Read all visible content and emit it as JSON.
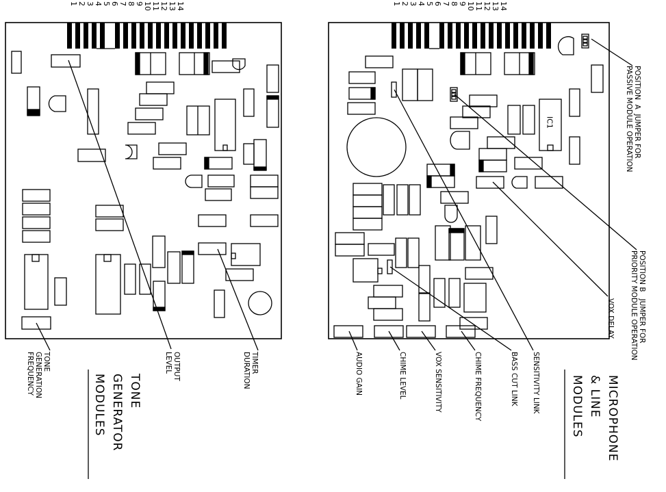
{
  "tone_module": {
    "title": [
      "TONE",
      "GENERATOR",
      "MODULES"
    ],
    "pins": [
      "1",
      "2",
      "3",
      "4",
      "5",
      "6",
      "7",
      "8",
      "9",
      "10",
      "11",
      "12",
      "13",
      "14"
    ],
    "callouts": {
      "tone_generation_frequency": [
        "TONE",
        "GENERATION",
        "FREQUENCY"
      ],
      "output_level": [
        "OUTPUT",
        "LEVEL"
      ],
      "timer_duration": [
        "TIMER",
        "DURATION"
      ]
    }
  },
  "mic_module": {
    "title": [
      "MICROPHONE",
      "& LINE",
      "MODULES"
    ],
    "pins": [
      "1",
      "2",
      "3",
      "4",
      "5",
      "6",
      "7",
      "8",
      "9",
      "10",
      "11",
      "12",
      "13",
      "14"
    ],
    "ic_label": "IC1",
    "callouts": {
      "position_a": [
        "POSITION  A  JUMPER FOR",
        "PASSIVE MODULE OPERATION"
      ],
      "position_b": [
        "POSITION B   JUMPER FOR",
        "PRIORITY MODULE OPERATION"
      ],
      "vox_delay": "VOX DELAY",
      "sensitivity_link": "SENSITIVITY LINK",
      "bass_cut_link": "BASS CUT LINK",
      "chime_frequency": "CHIME FREQUENCY",
      "vox_sensitivity": "VOX SENSITIVITY",
      "chime_level": "CHIME LEVEL",
      "audio_gain": "AUDIO GAIN"
    }
  }
}
